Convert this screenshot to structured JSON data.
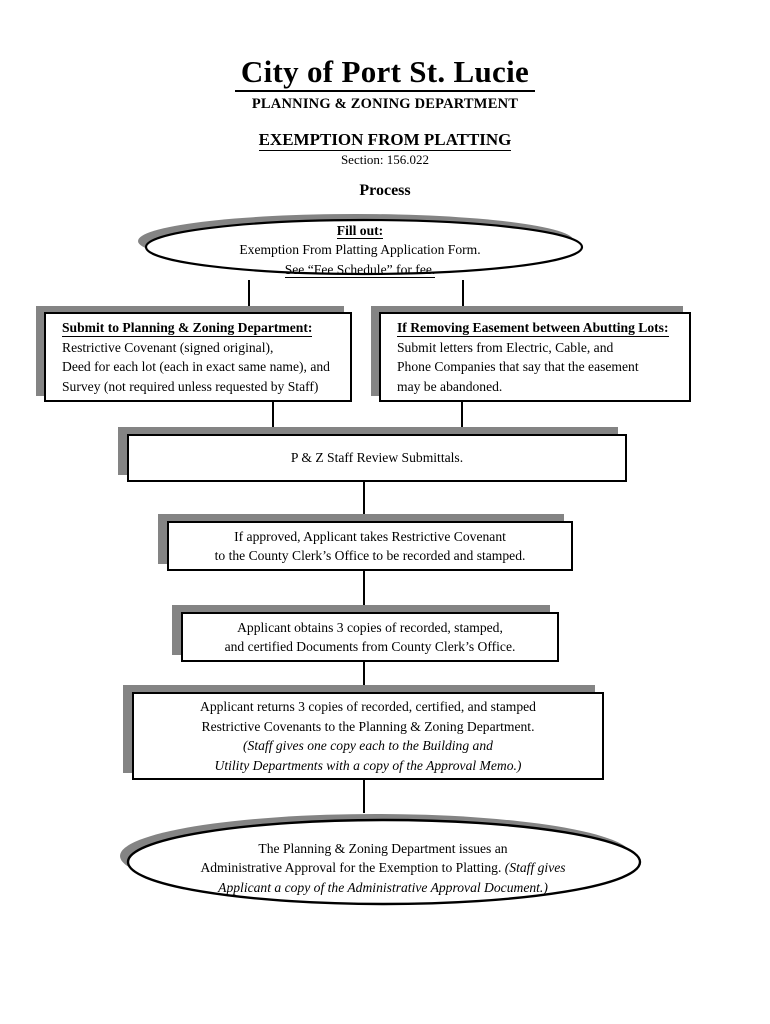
{
  "header": {
    "title": "City of Port St. Lucie",
    "department": "PLANNING & ZONING DEPARTMENT",
    "doc_title": "EXEMPTION FROM PLATTING",
    "section": "Section: 156.022",
    "process_label": "Process"
  },
  "colors": {
    "shadow": "#848484",
    "outline": "#000000",
    "page": "#ffffff"
  },
  "flow": {
    "start_ellipse": {
      "lines": [
        {
          "text": "Fill out:",
          "bold": true,
          "underline": true,
          "italic": false
        },
        {
          "text": "Exemption From Platting Application Form.",
          "bold": false,
          "underline": false,
          "italic": false
        },
        {
          "text": "See “Fee Schedule” for fee.",
          "bold": false,
          "underline": true,
          "italic": false
        }
      ]
    },
    "submit_box": {
      "lines": [
        {
          "text": "Submit to Planning & Zoning Department:",
          "bold": true,
          "underline": true,
          "italic": false
        },
        {
          "text": "Restrictive Covenant (signed original),",
          "bold": false,
          "underline": false,
          "italic": false
        },
        {
          "text": "Deed for each lot (each in exact same name), and",
          "bold": false,
          "underline": false,
          "italic": false
        },
        {
          "text": "Survey (not required unless requested by Staff)",
          "bold": false,
          "underline": false,
          "italic": false
        }
      ]
    },
    "easement_box": {
      "lines": [
        {
          "text": "If Removing Easement between Abutting Lots:",
          "bold": true,
          "underline": true,
          "italic": false
        },
        {
          "text": "Submit letters from Electric, Cable, and",
          "bold": false,
          "underline": false,
          "italic": false
        },
        {
          "text": "Phone Companies that say that the easement",
          "bold": false,
          "underline": false,
          "italic": false
        },
        {
          "text": "may be abandoned.",
          "bold": false,
          "underline": false,
          "italic": false
        }
      ]
    },
    "review_box": {
      "lines": [
        {
          "text": "P & Z Staff Review Submittals.",
          "bold": false,
          "underline": false,
          "italic": false
        }
      ]
    },
    "covenant_box": {
      "lines": [
        {
          "text": "If approved, Applicant takes Restrictive Covenant",
          "bold": false,
          "underline": false,
          "italic": false
        },
        {
          "text": "to the County Clerk’s Office to be recorded and stamped.",
          "bold": false,
          "underline": false,
          "italic": false
        }
      ]
    },
    "copies_box": {
      "lines": [
        {
          "text": "Applicant obtains 3 copies of recorded, stamped,",
          "bold": false,
          "underline": false,
          "italic": false
        },
        {
          "text": "and certified Documents from County Clerk’s Office.",
          "bold": false,
          "underline": false,
          "italic": false
        }
      ]
    },
    "returns_box": {
      "lines": [
        {
          "text": "Applicant returns 3 copies of recorded, certified, and stamped",
          "bold": false,
          "underline": false,
          "italic": false
        },
        {
          "text": "Restrictive Covenants to the Planning & Zoning Department.",
          "bold": false,
          "underline": false,
          "italic": false
        },
        {
          "text": "(Staff gives one copy each to the Building and",
          "bold": false,
          "underline": false,
          "italic": true
        },
        {
          "text": "Utility Departments with a copy of the Approval Memo.)",
          "bold": false,
          "underline": false,
          "italic": true
        }
      ]
    },
    "end_ellipse": {
      "line1": "The Planning & Zoning Department issues an",
      "line2_normal": "Administrative Approval for the Exemption to Platting.",
      "line2_italic": "(Staff gives",
      "line3_italic": "Applicant a copy of the Administrative Approval Document.)"
    }
  }
}
